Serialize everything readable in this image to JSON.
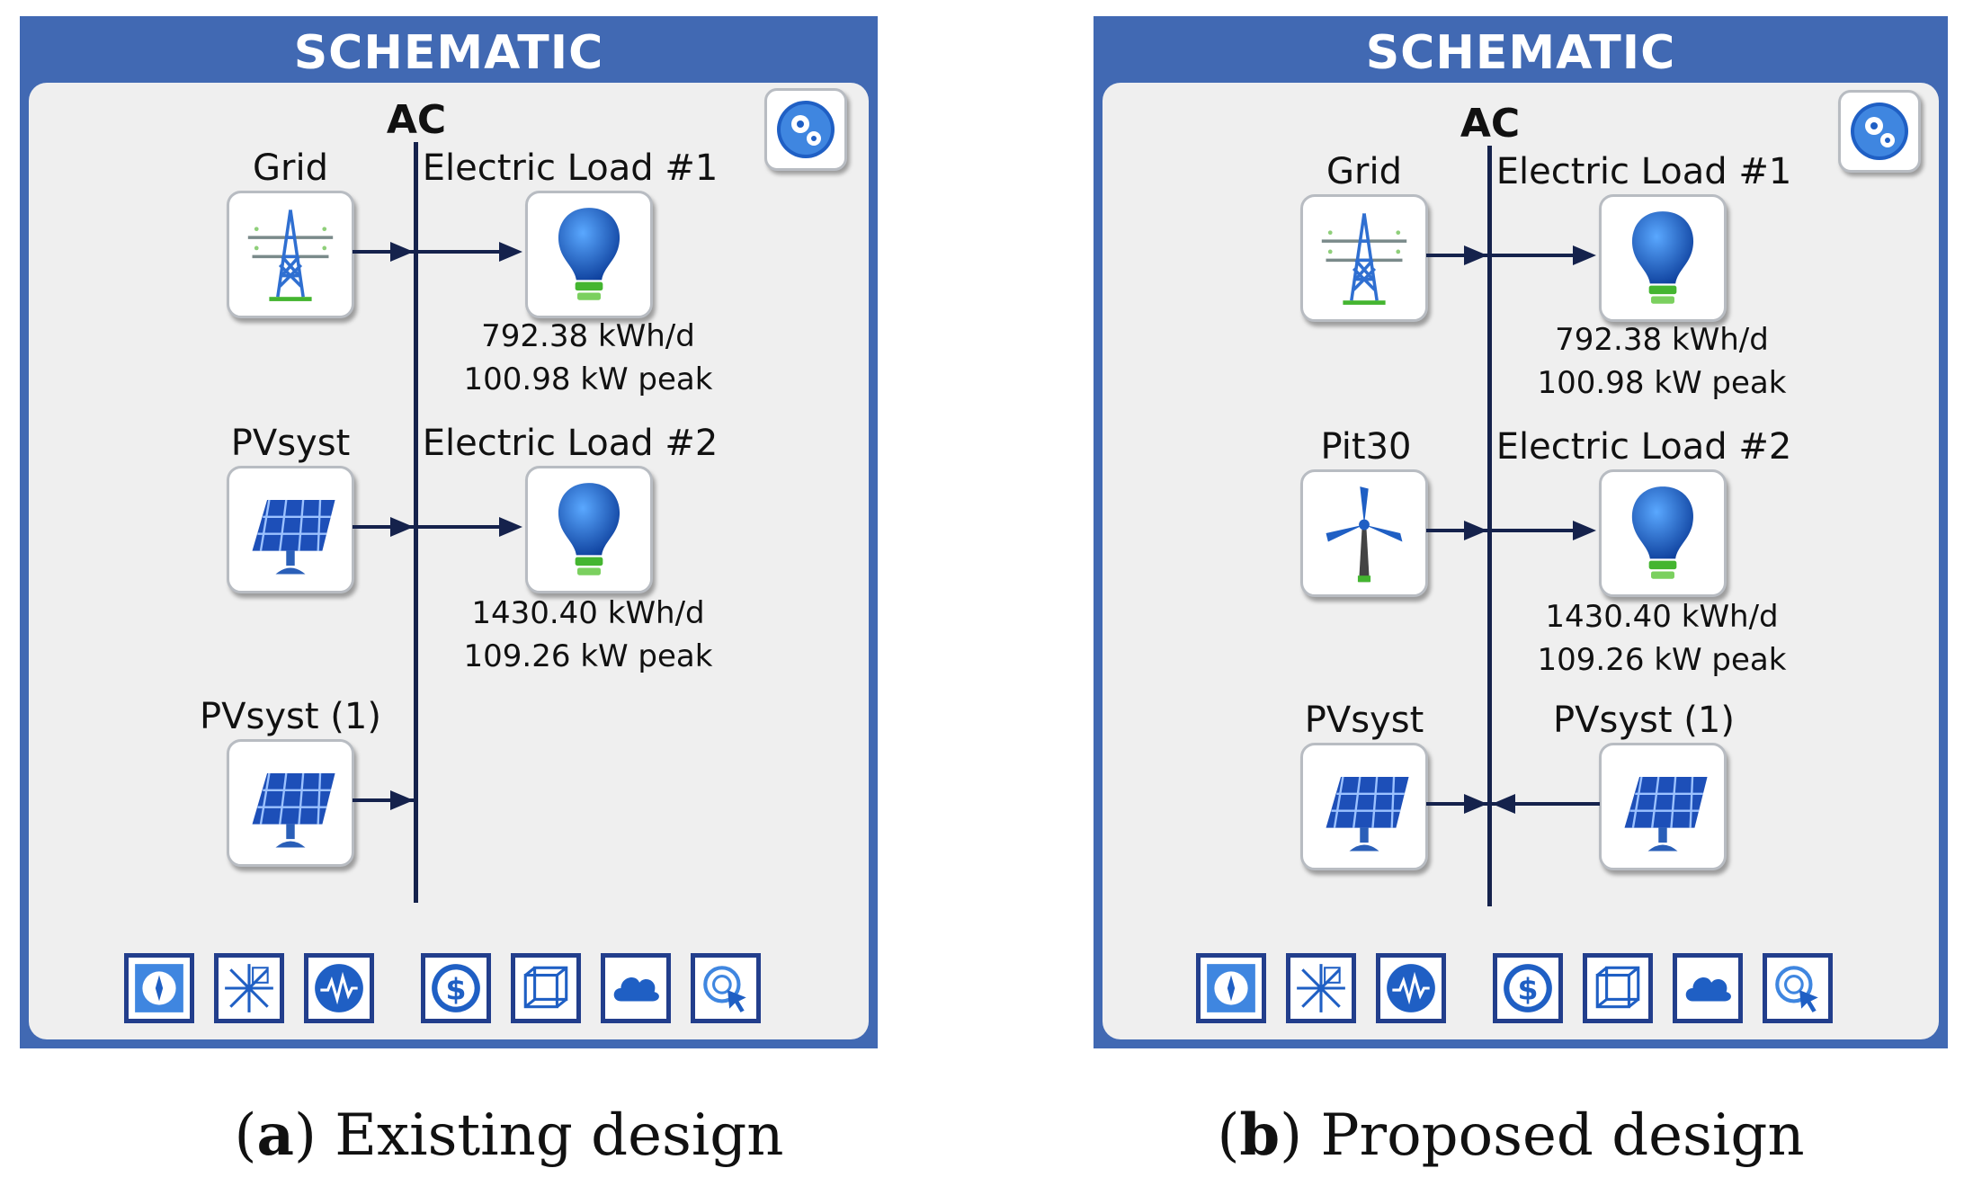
{
  "colors": {
    "panel": "#4169b3",
    "bus": "#15224c",
    "bulb": "#1f66c9",
    "bulb_base": "#44b530"
  },
  "panel_a": {
    "title": "SCHEMATIC",
    "bus_label": "AC",
    "grid": {
      "label": "Grid",
      "icon": "transmission-tower-icon"
    },
    "pv_1": {
      "label": "PVsyst",
      "icon": "solar-panel-icon"
    },
    "pv_2": {
      "label": "PVsyst (1)",
      "icon": "solar-panel-icon"
    },
    "load_1": {
      "label": "Electric Load #1",
      "icon": "light-bulb-icon",
      "energy": "792.38 kWh/d",
      "peak": "100.98 kW peak"
    },
    "load_2": {
      "label": "Electric Load #2",
      "icon": "light-bulb-icon",
      "energy": "1430.40 kWh/d",
      "peak": "109.26 kW peak"
    },
    "caption": {
      "letter": "a",
      "text": " Existing design"
    }
  },
  "panel_b": {
    "title": "SCHEMATIC",
    "bus_label": "AC",
    "grid": {
      "label": "Grid",
      "icon": "transmission-tower-icon"
    },
    "wind": {
      "label": "Pit30",
      "icon": "wind-turbine-icon"
    },
    "pv_1": {
      "label": "PVsyst",
      "icon": "solar-panel-icon"
    },
    "pv_2": {
      "label": "PVsyst (1)",
      "icon": "solar-panel-icon"
    },
    "load_1": {
      "label": "Electric Load #1",
      "icon": "light-bulb-icon",
      "energy": "792.38 kWh/d",
      "peak": "100.98 kW peak"
    },
    "load_2": {
      "label": "Electric Load #2",
      "icon": "light-bulb-icon",
      "energy": "1430.40 kWh/d",
      "peak": "109.26 kW peak"
    },
    "caption": {
      "letter": "b",
      "text": " Proposed design"
    }
  },
  "toolbar": [
    "compass-icon",
    "wind-rose-icon",
    "waveform-icon",
    "dollar-icon",
    "cube-icon",
    "cloud-icon",
    "optimize-icon"
  ]
}
